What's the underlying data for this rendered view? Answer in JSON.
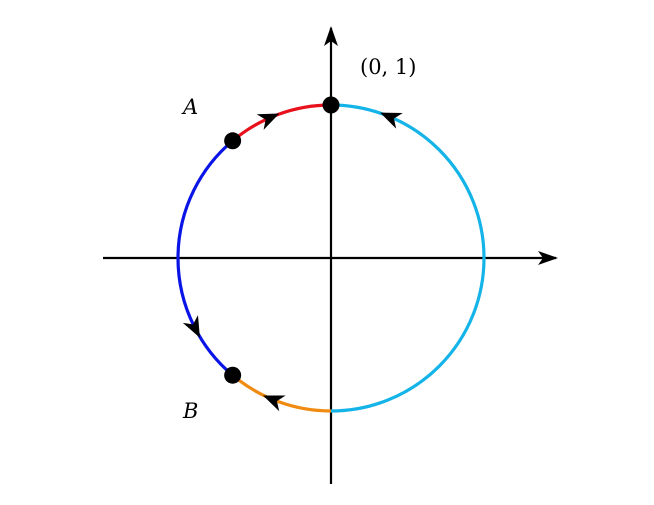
{
  "diagram": {
    "labels": {
      "point_a": "A",
      "point_b": "B",
      "point_top": "(0, 1)"
    },
    "arcs": [
      {
        "id": "arc-top-left",
        "color": "#e8101a",
        "from_deg": 90,
        "to_deg": 130,
        "direction": "clockwise"
      },
      {
        "id": "arc-left",
        "color": "#0a14e6",
        "from_deg": 130,
        "to_deg": 230,
        "direction": "counterclockwise"
      },
      {
        "id": "arc-bottom-left",
        "color": "#f08a10",
        "from_deg": 230,
        "to_deg": 270,
        "direction": "clockwise"
      },
      {
        "id": "arc-right",
        "color": "#14b4e8",
        "from_deg": 270,
        "to_deg": 450,
        "direction": "counterclockwise"
      }
    ],
    "points": [
      {
        "id": "point-a",
        "angle_deg": 130
      },
      {
        "id": "point-b",
        "angle_deg": 230
      },
      {
        "id": "point-top",
        "angle_deg": 90
      }
    ],
    "axis_color": "#000000"
  }
}
